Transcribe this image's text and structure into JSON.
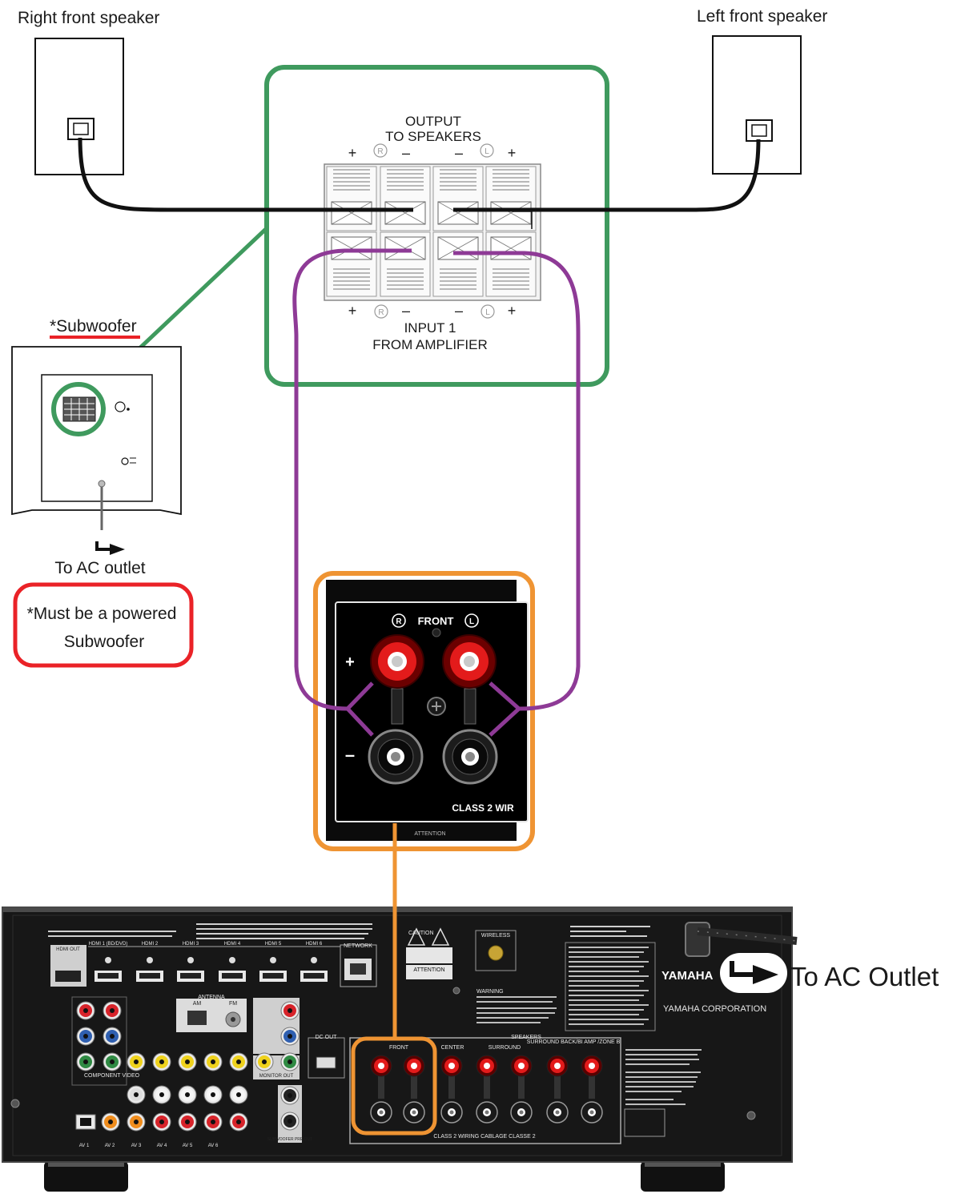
{
  "labels": {
    "right_front_speaker": "Right front speaker",
    "left_front_speaker": "Left front speaker",
    "output_line1": "OUTPUT",
    "output_line2": "TO SPEAKERS",
    "input_line1": "INPUT 1",
    "input_line2": "FROM AMPLIFIER",
    "subwoofer": "*Subwoofer",
    "to_ac_outlet_sub": "To AC outlet",
    "note_line1": "*Must be a powered",
    "note_line2": "Subwoofer",
    "to_ac_outlet_receiver": "To AC Outlet",
    "plus": "+",
    "minus": "–",
    "r": "R",
    "l": "L"
  },
  "amp_panel": {
    "front": "FRONT",
    "class2": "CLASS 2 WIR",
    "attention": "ATTENTION"
  },
  "receiver": {
    "brand": "YAMAHA",
    "corporation": "YAMAHA CORPORATION",
    "hdmi_out": "HDMI OUT",
    "hdmi_inputs": [
      "HDMI 1 (BD/DVD)",
      "HDMI 2",
      "HDMI 3",
      "HDMI 4",
      "HDMI 5",
      "HDMI 6"
    ],
    "network": "NETWORK",
    "wireless": "WIRELESS",
    "antenna": "ANTENNA",
    "am": "AM",
    "fm": "FM",
    "dc_out": "DC OUT",
    "speakers": "SPEAKERS",
    "speaker_groups": [
      "FRONT",
      "CENTER",
      "SURROUND",
      "SURROUND BACK/BI AMP /ZONE B"
    ],
    "caution": "CAUTION",
    "attention": "ATTENTION",
    "warning": "WARNING",
    "class2_wiring": "CLASS 2 WIRING   CABLAGE CLASSE 2",
    "av_labels": [
      "AV 1",
      "AV 2",
      "AV 3",
      "AV 4",
      "AV 5",
      "AV 6"
    ],
    "monitor_out": "MONITOR OUT",
    "subwoofer_pre_out": "SUBWOOFER PRE OUT",
    "component_video": "COMPONENT VIDEO"
  },
  "colors": {
    "green": "#3f9a5e",
    "purple": "#8e3a96",
    "orange": "#ef9433",
    "red": "#ea2227",
    "black": "#111111"
  }
}
